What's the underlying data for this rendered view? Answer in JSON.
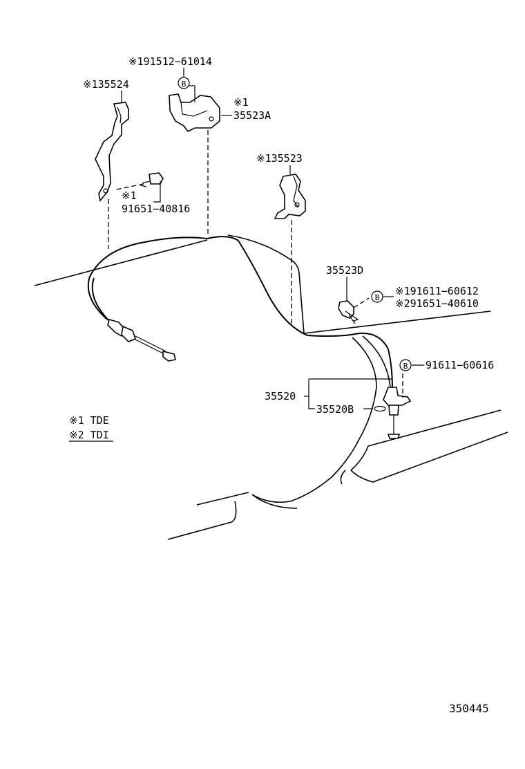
{
  "labels": {
    "bolt_191512": "※191512−61014",
    "bracket_135524": "※135524",
    "mark_1_35523a": "※1",
    "clamp_35523a": "35523A",
    "bracket_135523": "※135523",
    "bolt_mark_1": "※1",
    "bolt_91651_40816": "91651−40816",
    "clamp_35523d": "35523D",
    "bolt_191611": "※191611−60612",
    "bolt_291651": "※291651−40610",
    "bolt_91611_60616": "91611−60616",
    "cable_35520": "35520",
    "part_35520b": "35520B",
    "b_marker": "B"
  },
  "legend": {
    "note1": "※1 TDE",
    "note2": "※2 TDI"
  },
  "diagram_id": "350445"
}
